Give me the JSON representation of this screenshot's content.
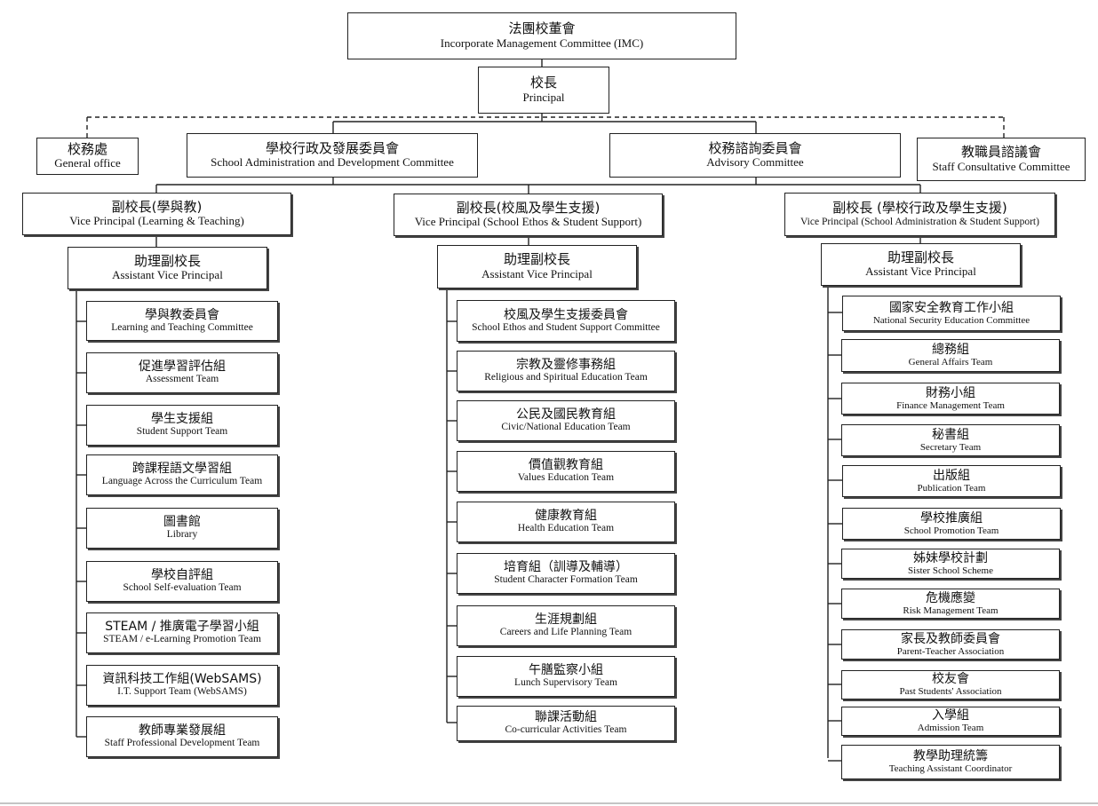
{
  "top": {
    "imc": {
      "zh": "法團校董會",
      "en": "Incorporate Management Committee (IMC)"
    },
    "principal": {
      "zh": "校長",
      "en": "Principal"
    }
  },
  "second": {
    "general_office": {
      "zh": "校務處",
      "en": "General office"
    },
    "sadc": {
      "zh": "學校行政及發展委員會",
      "en": "School Administration and Development Committee"
    },
    "advisory": {
      "zh": "校務諮詢委員會",
      "en": "Advisory Committee"
    },
    "staff_consultative": {
      "zh": "教職員諮議會",
      "en": "Staff Consultative Committee"
    }
  },
  "columns": [
    {
      "vp": {
        "zh": "副校長(學與教)",
        "en": "Vice Principal (Learning & Teaching)"
      },
      "avp": {
        "zh": "助理副校長",
        "en": "Assistant Vice Principal"
      },
      "teams": [
        {
          "zh": "學與教委員會",
          "en": "Learning and Teaching Committee"
        },
        {
          "zh": "促進學習評估組",
          "en": "Assessment Team"
        },
        {
          "zh": "學生支援組",
          "en": "Student Support Team"
        },
        {
          "zh": "跨課程語文學習組",
          "en": "Language Across the Curriculum Team"
        },
        {
          "zh": "圖書館",
          "en": "Library"
        },
        {
          "zh": "學校自評組",
          "en": "School Self-evaluation Team"
        },
        {
          "zh": "STEAM / 推廣電子學習小組",
          "en": "STEAM / e-Learning Promotion Team"
        },
        {
          "zh": "資訊科技工作組(WebSAMS)",
          "en": "I.T. Support Team (WebSAMS)"
        },
        {
          "zh": "教師專業發展組",
          "en": "Staff Professional Development Team"
        }
      ]
    },
    {
      "vp": {
        "zh": "副校長(校風及學生支援)",
        "en": "Vice Principal (School Ethos & Student Support)"
      },
      "avp": {
        "zh": "助理副校長",
        "en": "Assistant Vice Principal"
      },
      "teams": [
        {
          "zh": "校風及學生支援委員會",
          "en": "School Ethos and Student Support Committee"
        },
        {
          "zh": "宗教及靈修事務組",
          "en": "Religious and Spiritual Education Team"
        },
        {
          "zh": "公民及國民教育組",
          "en": "Civic/National Education Team"
        },
        {
          "zh": "價值觀教育組",
          "en": "Values Education Team"
        },
        {
          "zh": "健康教育組",
          "en": "Health Education Team"
        },
        {
          "zh": "培育組（訓導及輔導）",
          "en": "Student Character Formation Team"
        },
        {
          "zh": "生涯規劃組",
          "en": "Careers and Life Planning Team"
        },
        {
          "zh": "午膳監察小組",
          "en": "Lunch Supervisory Team"
        },
        {
          "zh": "聯課活動組",
          "en": "Co-curricular Activities Team"
        }
      ]
    },
    {
      "vp": {
        "zh": "副校長 (學校行政及學生支援)",
        "en": "Vice Principal (School Administration & Student Support)"
      },
      "avp": {
        "zh": "助理副校長",
        "en": "Assistant Vice Principal"
      },
      "teams": [
        {
          "zh": "國家安全教育工作小組",
          "en": "National Security Education Committee"
        },
        {
          "zh": "總務組",
          "en": "General Affairs Team"
        },
        {
          "zh": "財務小組",
          "en": "Finance Management Team"
        },
        {
          "zh": "秘書組",
          "en": "Secretary Team"
        },
        {
          "zh": "出版組",
          "en": "Publication Team"
        },
        {
          "zh": "學校推廣組",
          "en": "School Promotion Team"
        },
        {
          "zh": "姊妹學校計劃",
          "en": "Sister School Scheme"
        },
        {
          "zh": "危機應變",
          "en": "Risk Management Team"
        },
        {
          "zh": "家長及教師委員會",
          "en": "Parent-Teacher Association"
        },
        {
          "zh": "校友會",
          "en": "Past Students' Association"
        },
        {
          "zh": "入學組",
          "en": "Admission Team"
        },
        {
          "zh": "教學助理統籌",
          "en": "Teaching Assistant Coordinator"
        }
      ]
    }
  ]
}
